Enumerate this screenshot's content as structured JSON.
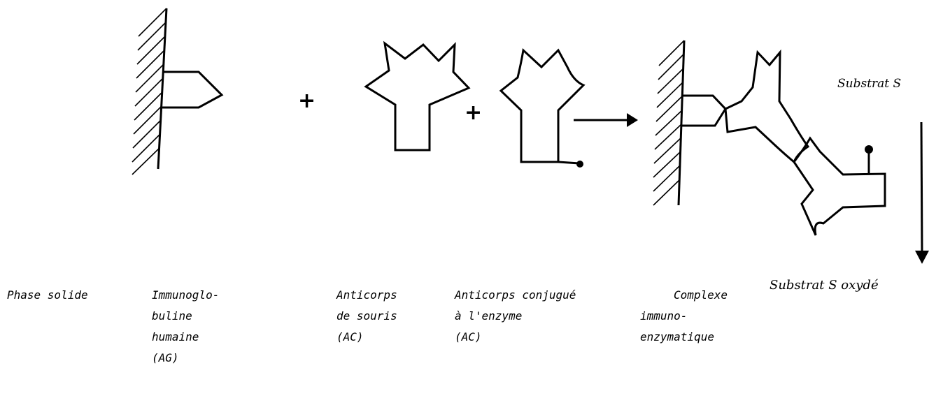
{
  "operators": {
    "plus": "+"
  },
  "substrate": {
    "top_label": "Substrat S",
    "bottom_label": "Substrat S oxydé"
  },
  "labels": {
    "phase_solide": [
      "Phase solide"
    ],
    "immunoglobuline": [
      "Immunoglo-",
      "buline",
      "humaine",
      "(AG)"
    ],
    "anticorps_souris": [
      "Anticorps",
      "de souris",
      "(AC)"
    ],
    "anticorps_conjugue": [
      "Anticorps conjugué",
      "à l'enzyme",
      "(AC)"
    ],
    "complexe": [
      "Complexe",
      "immuno-",
      "enzymatique"
    ]
  }
}
